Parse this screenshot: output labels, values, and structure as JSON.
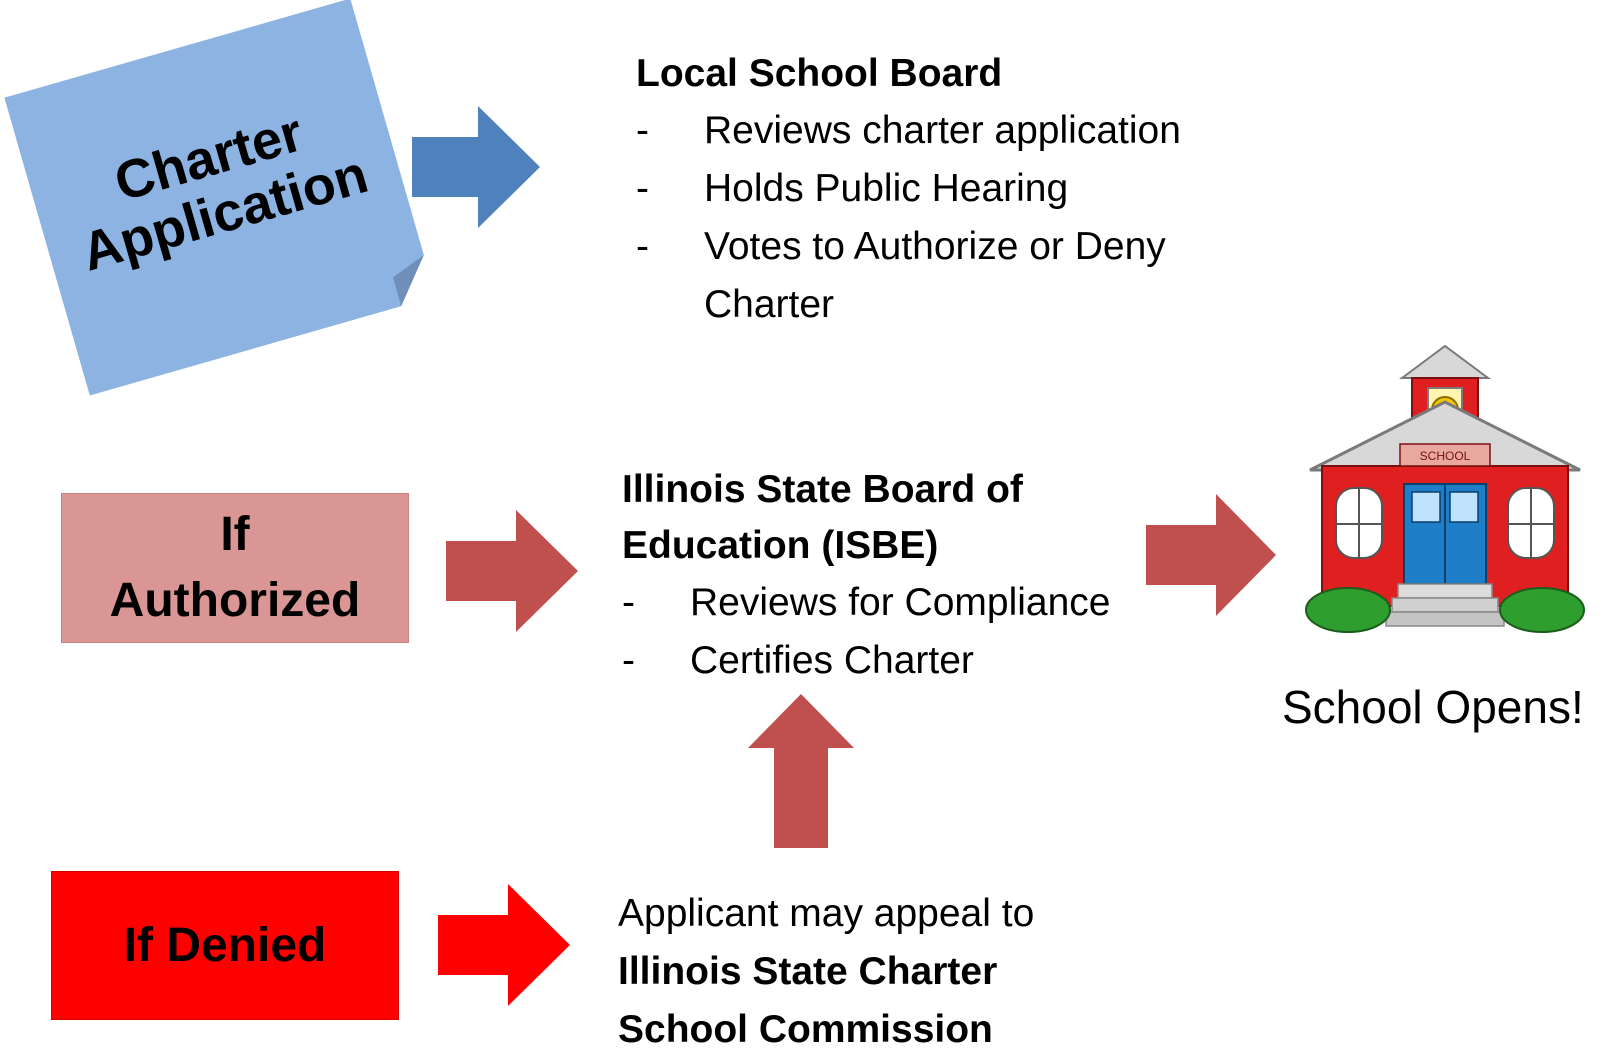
{
  "sticky_note": {
    "line1": "Charter",
    "line2": "Application",
    "color": "#8db3e2"
  },
  "local_board": {
    "heading": "Local School Board",
    "items": [
      "Reviews charter application",
      "Holds Public Hearing",
      "Votes to Authorize or Deny",
      "Charter"
    ],
    "dash": "-"
  },
  "authorized_box": {
    "line1": "If",
    "line2": "Authorized",
    "color": "#d99694"
  },
  "isbe": {
    "heading_line1": "Illinois State Board of",
    "heading_line2": "Education (ISBE)",
    "items": [
      "Reviews for Compliance",
      "Certifies Charter"
    ],
    "dash": "-"
  },
  "denied_box": {
    "label": "If Denied",
    "color": "#ff0000"
  },
  "appeal": {
    "line1": "Applicant may appeal to",
    "line2": "Illinois State Charter",
    "line3": "School Commission"
  },
  "school": {
    "label": "School Opens!",
    "sign": "SCHOOL"
  },
  "colors": {
    "blue_arrow": "#4f81bd",
    "red_arrow": "#c0504d",
    "bright_red_arrow": "#ff0000"
  }
}
